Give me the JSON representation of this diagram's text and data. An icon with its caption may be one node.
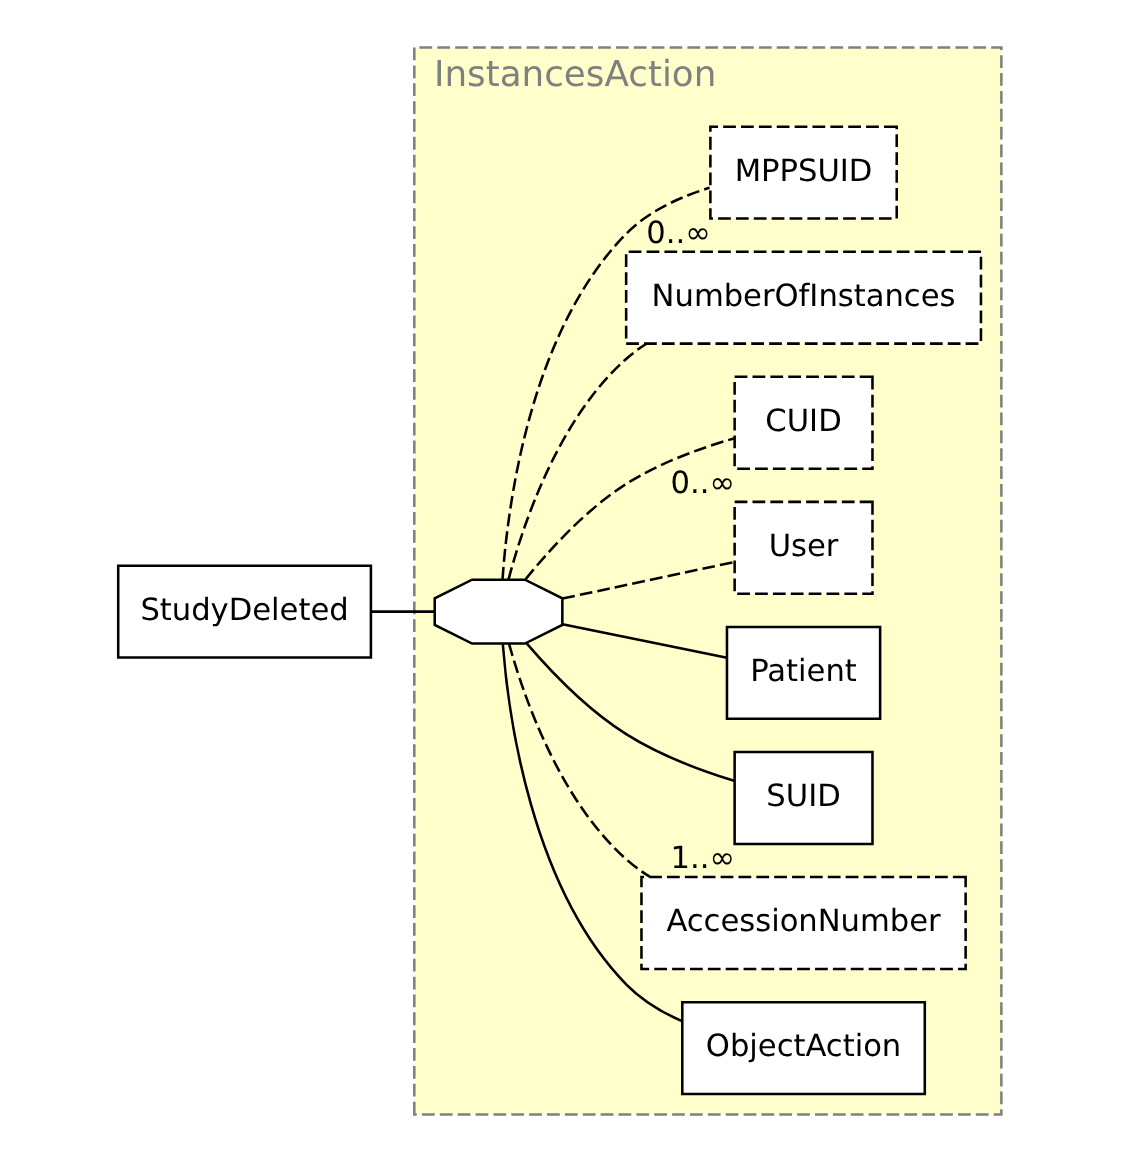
{
  "diagram": {
    "nodes": [
      {
        "text": [
          "StudyDeleted"
        ]
      },
      {
        "text": [
          "InstancesAction"
        ]
      },
      {
        "text": [],
        "shape": "octagon",
        "in": 1
      },
      {
        "text": [
          "ObjectAction"
        ],
        "in": 1
      },
      {
        "text": [
          "AccessionNumber"
        ],
        "in": 1
      },
      {
        "text": [
          "SUID"
        ],
        "in": 1,
        "beside": [
          "1..∞"
        ]
      },
      {
        "text": [
          "Patient"
        ],
        "in": 1
      },
      {
        "text": [
          "User"
        ],
        "in": 1
      },
      {
        "text": [
          "CUID"
        ],
        "in": 1,
        "beside": [
          "0..∞"
        ]
      },
      {
        "text": [
          "NumberOfInstances"
        ],
        "in": 1
      },
      {
        "text": [
          "MPPSUID"
        ],
        "in": 1,
        "beside": [
          "0..∞"
        ]
      }
    ],
    "edges": [
      {
        "from": 0,
        "to": 2,
        "arrow": "none"
      },
      {
        "from": 2,
        "to": 3,
        "arrow": "none"
      },
      {
        "from": 2,
        "to": 4,
        "arrow": "none",
        "style": "dashed"
      },
      {
        "from": 2,
        "to": 5,
        "arrow": "none"
      },
      {
        "from": 2,
        "to": 6,
        "arrow": "none"
      },
      {
        "from": 2,
        "to": 7,
        "arrow": "none",
        "style": "dashed"
      },
      {
        "from": 2,
        "to": 8,
        "arrow": "none",
        "style": "dashed"
      },
      {
        "from": 2,
        "to": 9,
        "arrow": "none",
        "style": "dashed"
      },
      {
        "from": 2,
        "to": 10,
        "arrow": "none",
        "style": "dashed"
      }
    ]
  }
}
